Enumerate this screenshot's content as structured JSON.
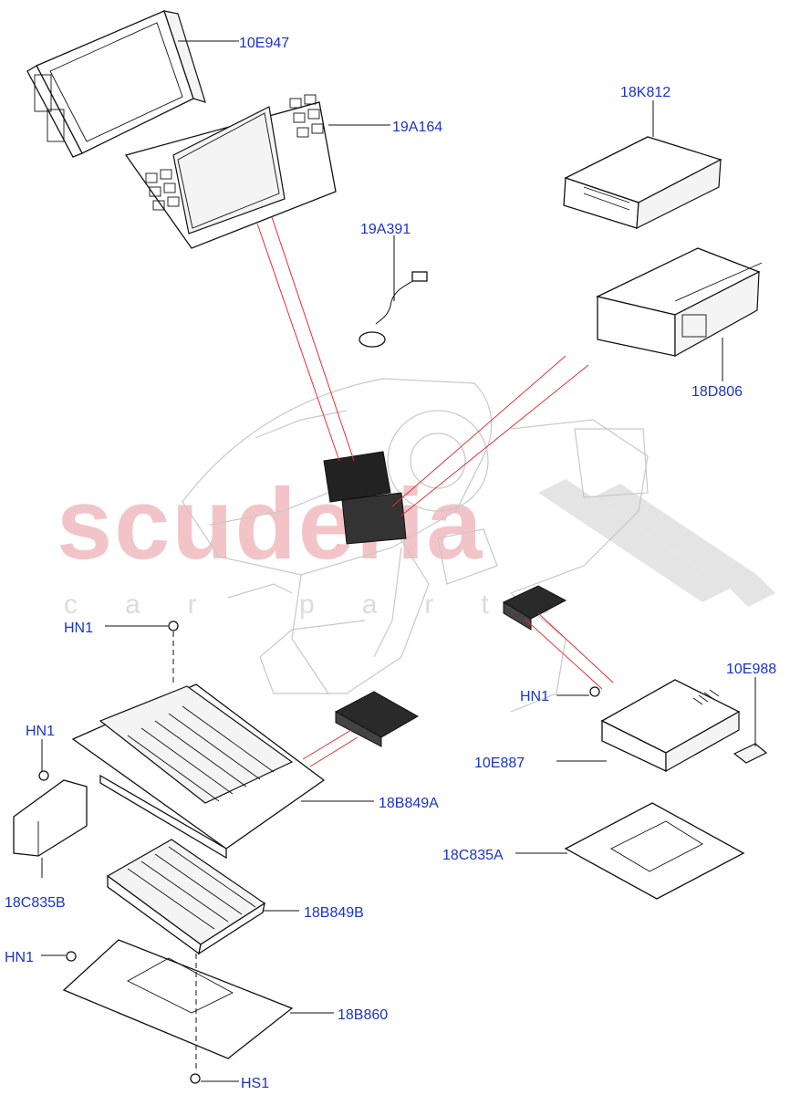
{
  "watermark": {
    "brand": "scuderia",
    "sub": "car parts"
  },
  "callouts": [
    {
      "id": "10E947",
      "text": "10E947"
    },
    {
      "id": "19A164",
      "text": "19A164"
    },
    {
      "id": "18K812",
      "text": "18K812"
    },
    {
      "id": "19A391",
      "text": "19A391"
    },
    {
      "id": "18D806",
      "text": "18D806"
    },
    {
      "id": "HN1_a",
      "text": "HN1"
    },
    {
      "id": "10E988",
      "text": "10E988"
    },
    {
      "id": "HN1_b",
      "text": "HN1"
    },
    {
      "id": "HN1_c",
      "text": "HN1"
    },
    {
      "id": "10E887",
      "text": "10E887"
    },
    {
      "id": "18B849A",
      "text": "18B849A"
    },
    {
      "id": "18C835A",
      "text": "18C835A"
    },
    {
      "id": "18C835B",
      "text": "18C835B"
    },
    {
      "id": "18B849B",
      "text": "18B849B"
    },
    {
      "id": "HN1_d",
      "text": "HN1"
    },
    {
      "id": "18B860",
      "text": "18B860"
    },
    {
      "id": "HS1",
      "text": "HS1"
    }
  ],
  "colors": {
    "label": "#1a33cc",
    "leader_red": "#e53030",
    "watermark": "#f2c4c8"
  }
}
